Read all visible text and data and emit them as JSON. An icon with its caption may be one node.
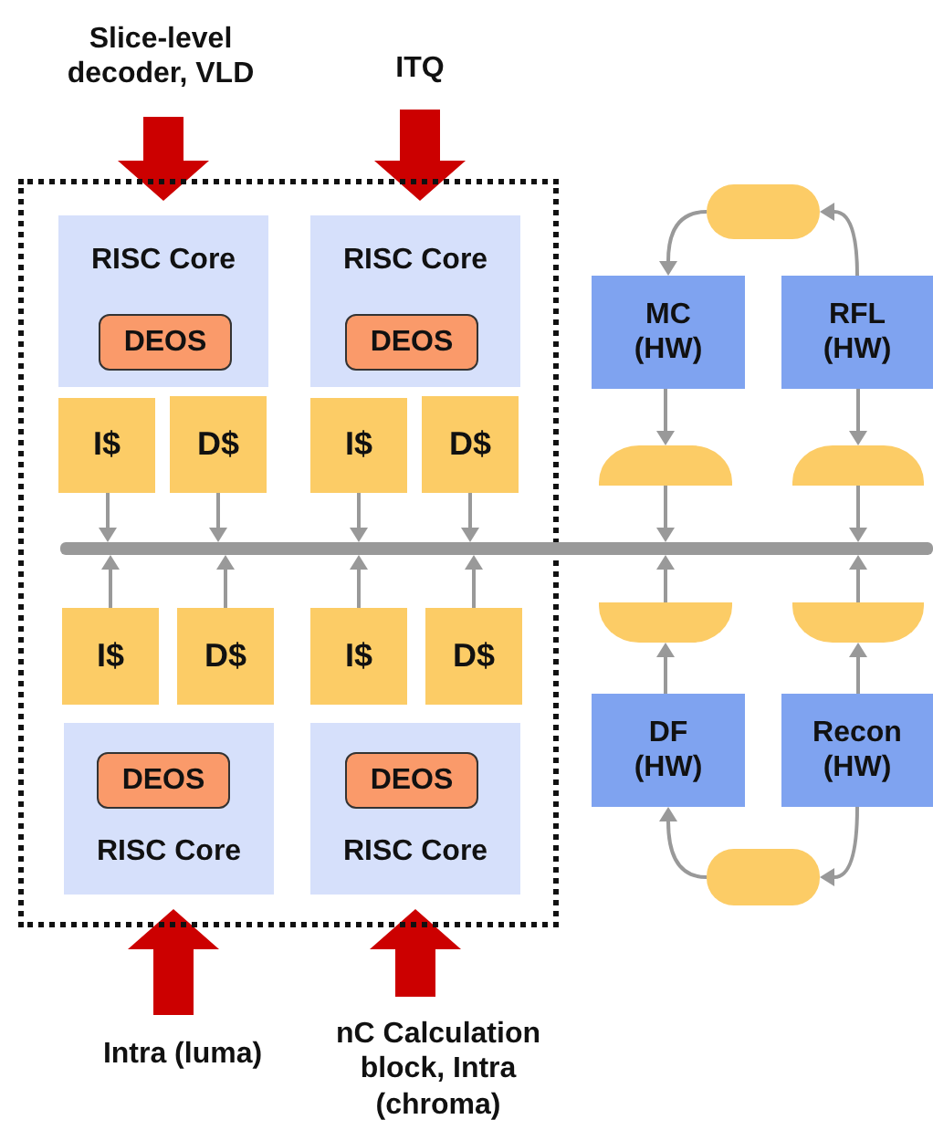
{
  "diagram": {
    "nodes": [
      {
        "text": [
          "Slice-level decoder, VLD"
        ]
      },
      {
        "text": [
          "ITQ"
        ]
      },
      {
        "text": [],
        "shape": "box"
      },
      {
        "text": [
          "RISC Core"
        ],
        "in": 2
      },
      {
        "text": [
          "DEOS"
        ],
        "in": 3
      },
      {
        "text": [
          "RISC Core"
        ],
        "in": 2
      },
      {
        "text": [
          "DEOS"
        ],
        "in": 5
      },
      {
        "text": [
          "I$"
        ],
        "in": 2
      },
      {
        "text": [
          "D$"
        ],
        "in": 2
      },
      {
        "text": [
          "I$"
        ],
        "in": 2
      },
      {
        "text": [
          "D$"
        ],
        "in": 2
      },
      {
        "text": [],
        "shape": "pill"
      },
      {
        "text": [
          "MC (HW)"
        ]
      },
      {
        "text": [
          "RFL (HW)"
        ]
      },
      {
        "text": [],
        "shape": "dome"
      },
      {
        "text": [],
        "shape": "dome"
      },
      {
        "text": [],
        "shape": "bar"
      },
      {
        "text": [
          "I$"
        ],
        "in": 2
      },
      {
        "text": [
          "D$"
        ],
        "in": 2
      },
      {
        "text": [
          "I$"
        ],
        "in": 2
      },
      {
        "text": [
          "D$"
        ],
        "in": 2
      },
      {
        "text": [],
        "shape": "dome"
      },
      {
        "text": [],
        "shape": "dome"
      },
      {
        "text": [
          "RISC Core"
        ],
        "in": 2
      },
      {
        "text": [
          "DEOS"
        ],
        "in": 23
      },
      {
        "text": [
          "RISC Core"
        ],
        "in": 2
      },
      {
        "text": [
          "DEOS"
        ],
        "in": 25
      },
      {
        "text": [
          "DF (HW)"
        ]
      },
      {
        "text": [
          "Recon (HW)"
        ]
      },
      {
        "text": [],
        "shape": "pill"
      },
      {
        "text": [
          "Intra (luma)"
        ]
      },
      {
        "text": [
          "nC Calculation block, Intra (chroma)"
        ]
      }
    ],
    "edges": [
      {
        "from": 0,
        "to": 3,
        "arrow": "to",
        "style": "thick",
        "color": "#cc0000"
      },
      {
        "from": 1,
        "to": 5,
        "arrow": "to",
        "style": "thick",
        "color": "#cc0000"
      },
      {
        "from": 7,
        "to": 16,
        "arrow": "to"
      },
      {
        "from": 8,
        "to": 16,
        "arrow": "to"
      },
      {
        "from": 9,
        "to": 16,
        "arrow": "to"
      },
      {
        "from": 10,
        "to": 16,
        "arrow": "to"
      },
      {
        "from": 17,
        "to": 16,
        "arrow": "to"
      },
      {
        "from": 18,
        "to": 16,
        "arrow": "to"
      },
      {
        "from": 19,
        "to": 16,
        "arrow": "to"
      },
      {
        "from": 20,
        "to": 16,
        "arrow": "to"
      },
      {
        "from": 11,
        "to": 12,
        "arrow": "to"
      },
      {
        "from": 13,
        "to": 11,
        "arrow": "to"
      },
      {
        "from": 12,
        "to": 14,
        "arrow": "to"
      },
      {
        "from": 13,
        "to": 15,
        "arrow": "to"
      },
      {
        "from": 14,
        "to": 16,
        "arrow": "to"
      },
      {
        "from": 15,
        "to": 16,
        "arrow": "to"
      },
      {
        "from": 21,
        "to": 16,
        "arrow": "to"
      },
      {
        "from": 22,
        "to": 16,
        "arrow": "to"
      },
      {
        "from": 27,
        "to": 21,
        "arrow": "to"
      },
      {
        "from": 28,
        "to": 22,
        "arrow": "to"
      },
      {
        "from": 29,
        "to": 27,
        "arrow": "to"
      },
      {
        "from": 28,
        "to": 29,
        "arrow": "to"
      },
      {
        "from": 30,
        "to": 23,
        "arrow": "to",
        "style": "thick",
        "color": "#cc0000"
      },
      {
        "from": 31,
        "to": 25,
        "arrow": "to",
        "style": "thick",
        "color": "#cc0000"
      }
    ]
  }
}
